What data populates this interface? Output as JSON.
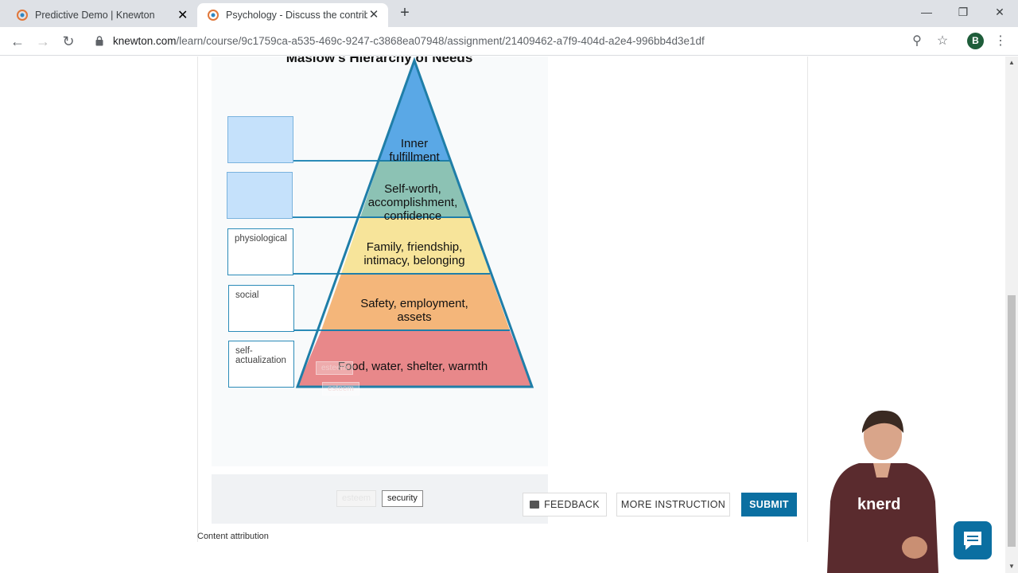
{
  "browser": {
    "tabs": [
      {
        "title": "Predictive Demo | Knewton",
        "active": false
      },
      {
        "title": "Psychology - Discuss the contrib",
        "active": true
      }
    ],
    "url_host": "knewton.com",
    "url_path": "/learn/course/9c1759ca-a535-469c-9247-c3868ea07948/assignment/21409462-a7f9-404d-a2e4-996bb4d3e1df",
    "profile_initial": "B"
  },
  "figure": {
    "title": "Maslow's Hierarchy of Needs",
    "levels": [
      {
        "text": "Inner fulfillment",
        "lines": [
          "Inner",
          "fulfillment"
        ],
        "color": "#5aa8e6"
      },
      {
        "text": "Self-worth, accomplishment, confidence",
        "lines": [
          "Self-worth,",
          "accomplishment,",
          "confidence"
        ],
        "color": "#8cc2b4"
      },
      {
        "text": "Family, friendship, intimacy, belonging",
        "lines": [
          "Family, friendship,",
          "intimacy, belonging"
        ],
        "color": "#f7e49a"
      },
      {
        "text": "Safety, employment, assets",
        "lines": [
          "Safety, employment,",
          "assets"
        ],
        "color": "#f4b67a"
      },
      {
        "text": "Food, water, shelter, warmth",
        "lines": [
          "Food, water, shelter, warmth"
        ],
        "color": "#e8888a"
      }
    ],
    "drop_targets": [
      {
        "value": ""
      },
      {
        "value": ""
      },
      {
        "value": "physiological"
      },
      {
        "value": "social"
      },
      {
        "value": "self-\nactualization"
      }
    ],
    "dragging_chips": [
      "esteem",
      "esteem"
    ]
  },
  "word_bank": {
    "chips": [
      {
        "label": "esteem",
        "placed": true
      },
      {
        "label": "security",
        "placed": false
      }
    ]
  },
  "actions": {
    "feedback": "FEEDBACK",
    "more_instruction": "MORE INSTRUCTION",
    "submit": "SUBMIT"
  },
  "footer": {
    "attribution": "Content attribution"
  },
  "overlay": {
    "presenter_shirt_text": "knerd"
  }
}
